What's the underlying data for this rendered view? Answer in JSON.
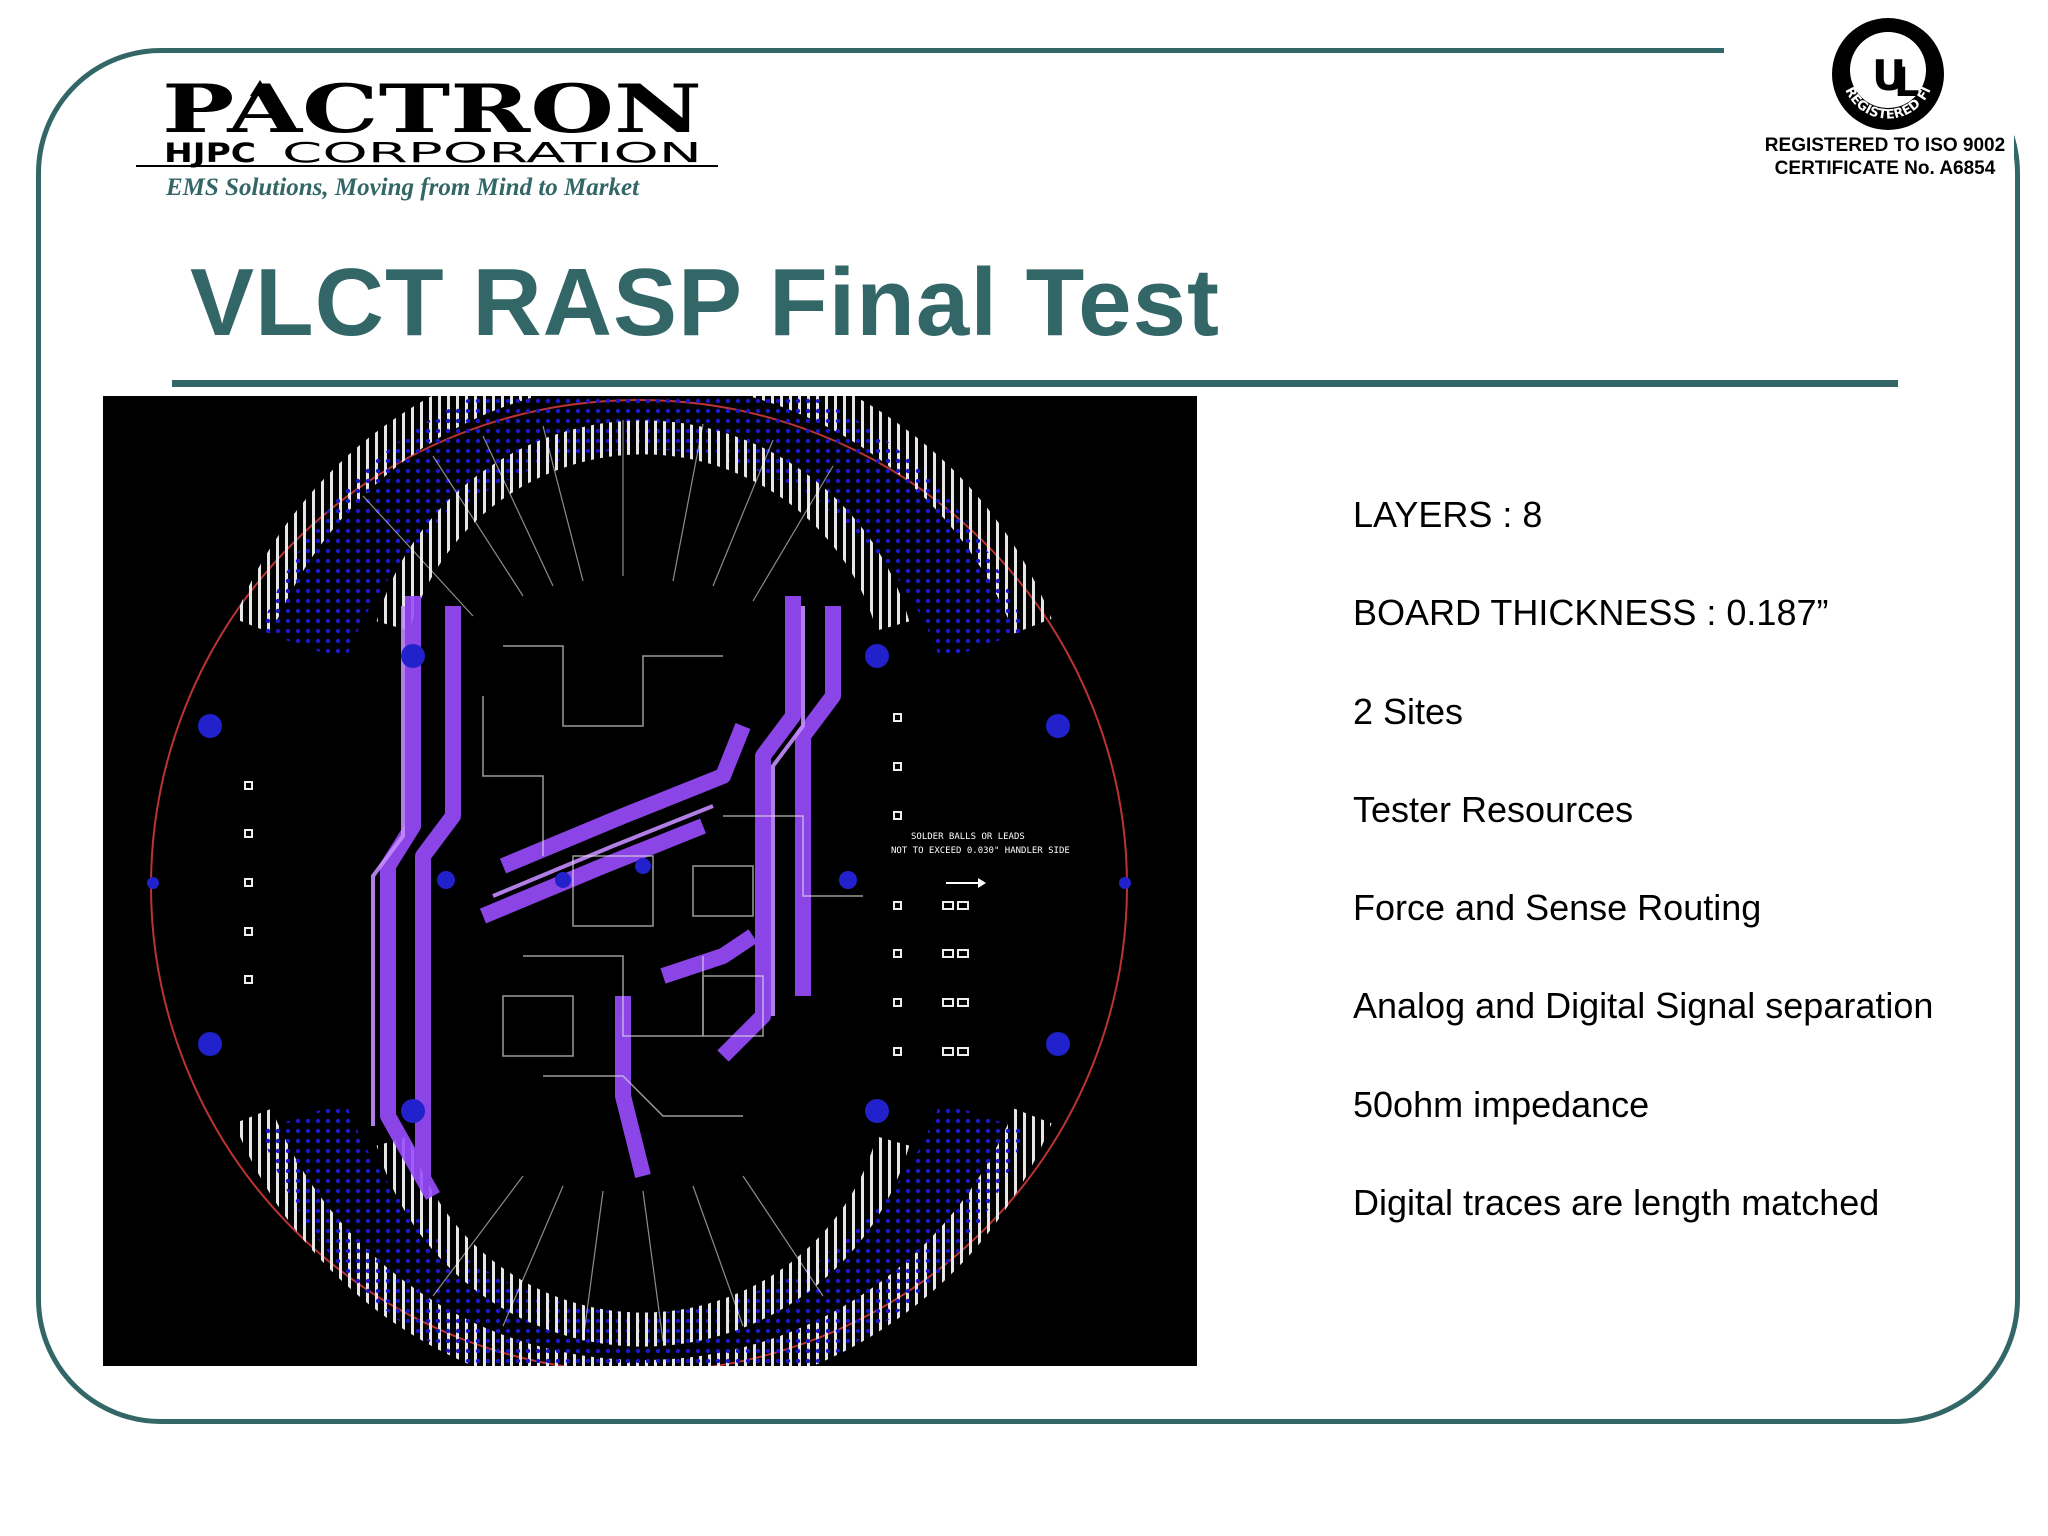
{
  "brand": {
    "name": "PACTRON",
    "sub": "HJPC CORPORATION",
    "tagline": "EMS Solutions, Moving from Mind to Market"
  },
  "certification": {
    "seal_text": "REGISTERED FIRM",
    "line1": "REGISTERED TO ISO 9002",
    "line2": "CERTIFICATE No. A6854"
  },
  "slide": {
    "title": "VLCT RASP Final Test",
    "pcb_labels": {
      "line1": "SOLDER BALLS OR LEADS",
      "line2": "NOT TO EXCEED 0.030\" HANDLER SIDE"
    },
    "bullets": [
      "LAYERS : 8",
      "BOARD THICKNESS : 0.187”",
      "2 Sites",
      "Tester Resources",
      "Force and Sense Routing",
      "Analog and Digital Signal separation",
      "50ohm impedance",
      "Digital traces are length matched"
    ]
  },
  "colors": {
    "accent": "#336666",
    "trace_purple": "#9b4dff",
    "pad_blue": "#2222cc",
    "pcb_bg": "#000000"
  }
}
